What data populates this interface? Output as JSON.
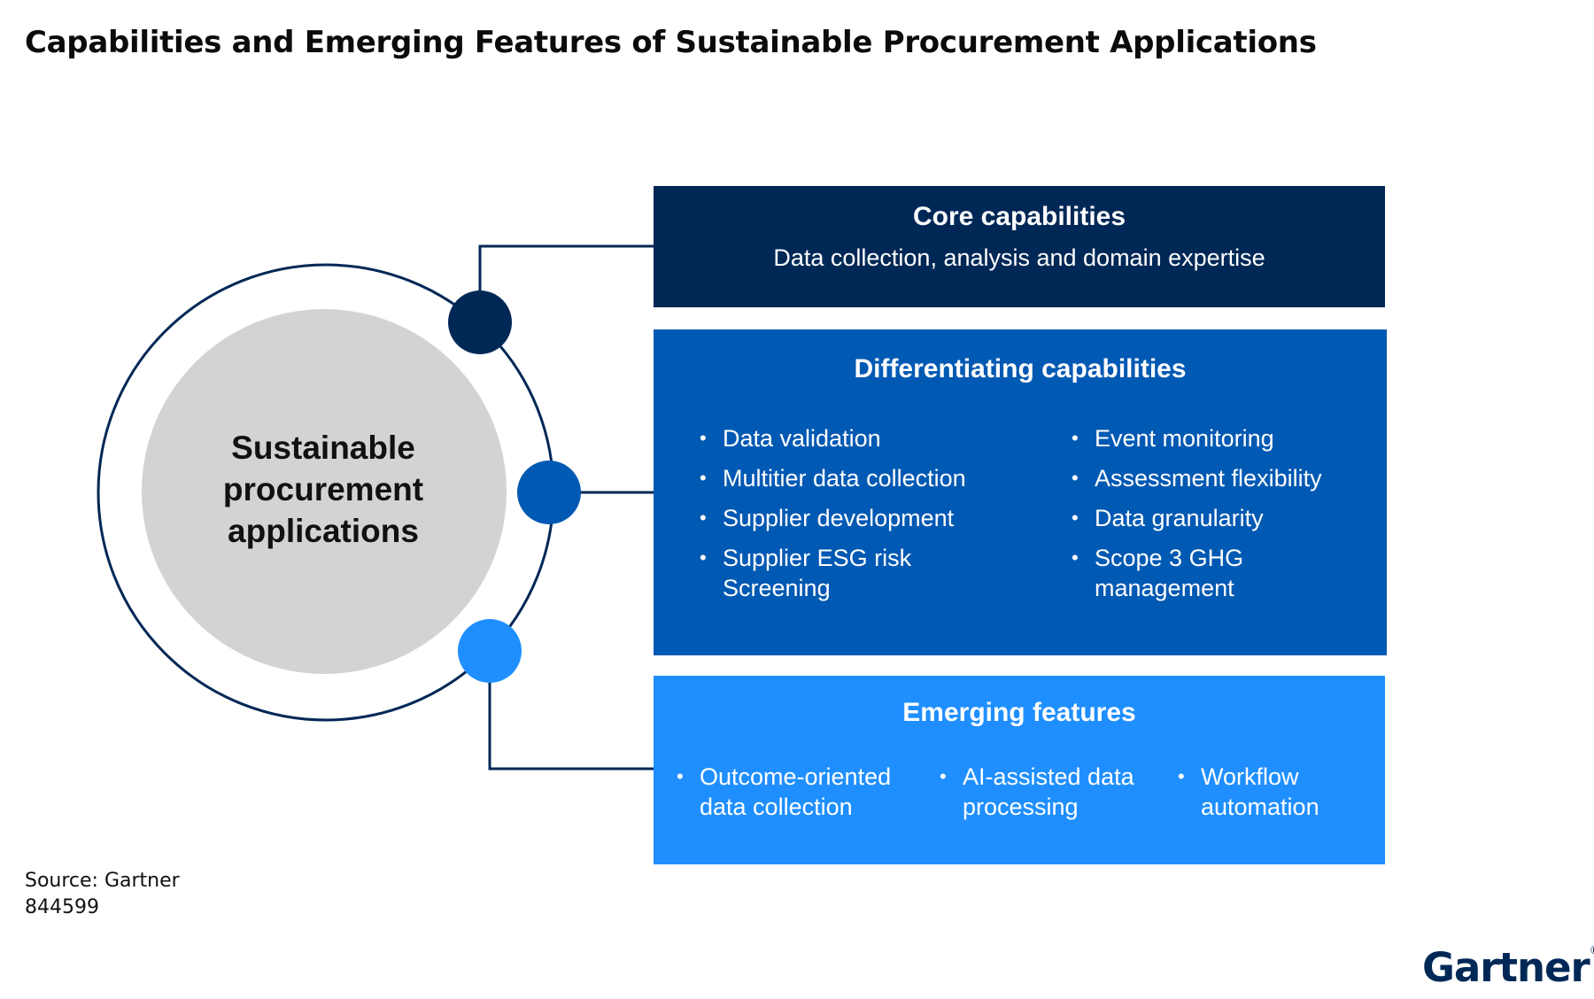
{
  "title": "Capabilities and Emerging Features of Sustainable Procurement Applications",
  "center": {
    "lines": [
      "Sustainable",
      "procurement",
      "applications"
    ]
  },
  "core": {
    "title": "Core capabilities",
    "subtitle": "Data collection, analysis and domain expertise"
  },
  "differentiating": {
    "title": "Differentiating capabilities",
    "left_items": [
      "Data validation",
      "Multitier data collection",
      "Supplier development",
      "Supplier ESG risk Screening"
    ],
    "right_items": [
      "Event monitoring",
      "Assessment flexibility",
      "Data granularity",
      "Scope 3 GHG management"
    ]
  },
  "emerging": {
    "title": "Emerging features",
    "items": [
      "Outcome-oriented data collection",
      "AI-assisted data processing",
      "Workflow automation"
    ]
  },
  "footer": {
    "source": "Source: Gartner",
    "id": "844599"
  },
  "logo": "Gartner",
  "bullet": "•",
  "colors": {
    "core": "#002856",
    "differentiating": "#0059b3",
    "emerging": "#1f8fff",
    "center_circle": "#d3d3d3",
    "ring": "#002856"
  }
}
